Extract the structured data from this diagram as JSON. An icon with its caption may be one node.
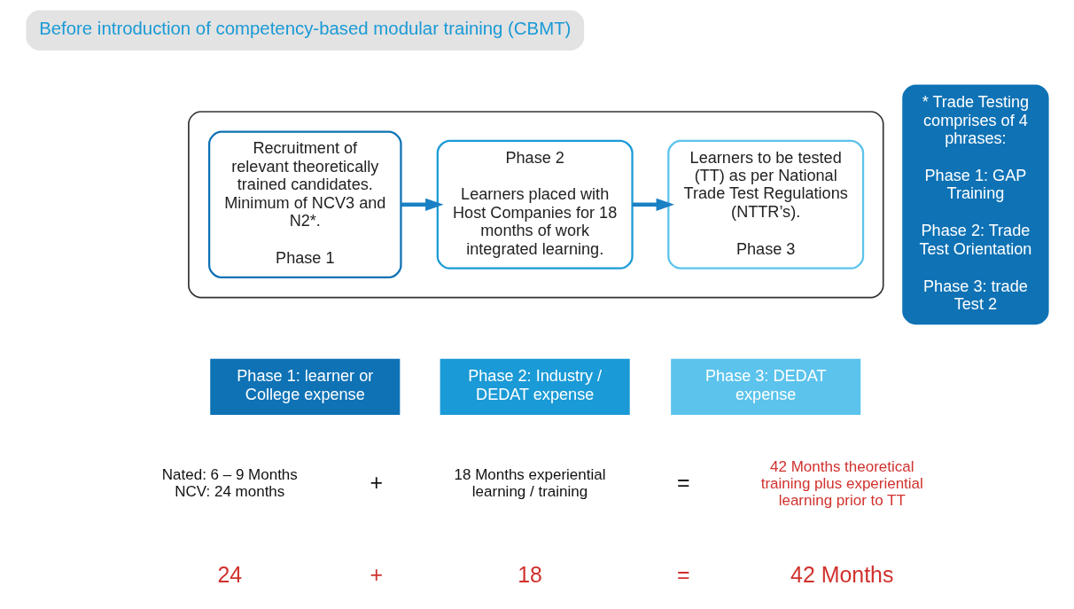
{
  "diagram": {
    "nodes": [
      {
        "text": [
          "Before introduction of competency-based modular training (CBMT)"
        ]
      },
      {
        "text": [],
        "shape": "box"
      },
      {
        "text": [
          "Recruitment of relevant theoretically trained candidates. Minimum of NCV3 and N2*.",
          "Phase 1"
        ],
        "in": 1
      },
      {
        "text": [
          "Phase 2",
          "Learners placed with Host Companies for 18 months of work integrated learning."
        ],
        "in": 1
      },
      {
        "text": [
          "Learners to be tested (TT) as per National Trade Test Regulations (NTTR’s).",
          "Phase 3"
        ],
        "in": 1
      },
      {
        "text": [
          "* Trade Testing comprises of 4 phrases:",
          "Phase 1: GAP Training",
          "Phase 2: Trade Test Orientation",
          "Phase 3: trade Test 2"
        ]
      },
      {
        "text": [
          "Phase 1: learner or College expense"
        ]
      },
      {
        "text": [
          "Phase 2: Industry / DEDAT expense"
        ]
      },
      {
        "text": [
          "Phase 3: DEDAT expense"
        ]
      }
    ],
    "edges": [
      {
        "from": 2,
        "to": 3,
        "arrow": "to"
      },
      {
        "from": 3,
        "to": 4,
        "arrow": "to"
      }
    ],
    "labels": [
      "Nated: 6 – 9 Months NCV: 24 months",
      "+",
      "18 Months experiential learning / training",
      "=",
      "42 Months theoretical training plus experiential learning prior to TT",
      "24",
      "+",
      "18",
      "=",
      "42 Months"
    ]
  }
}
